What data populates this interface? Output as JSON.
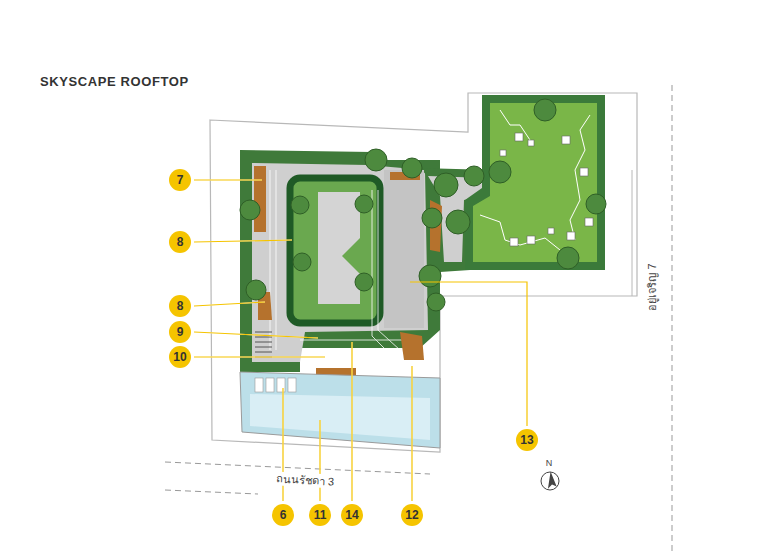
{
  "diagram": {
    "title": "SKYSCAPE ROOFTOP",
    "labels": [
      "7",
      "8",
      "8",
      "9",
      "10",
      "6",
      "11",
      "14",
      "12",
      "13",
      "ถนนรัชดา 3",
      "อยู่เจริญ 7",
      "N"
    ]
  }
}
